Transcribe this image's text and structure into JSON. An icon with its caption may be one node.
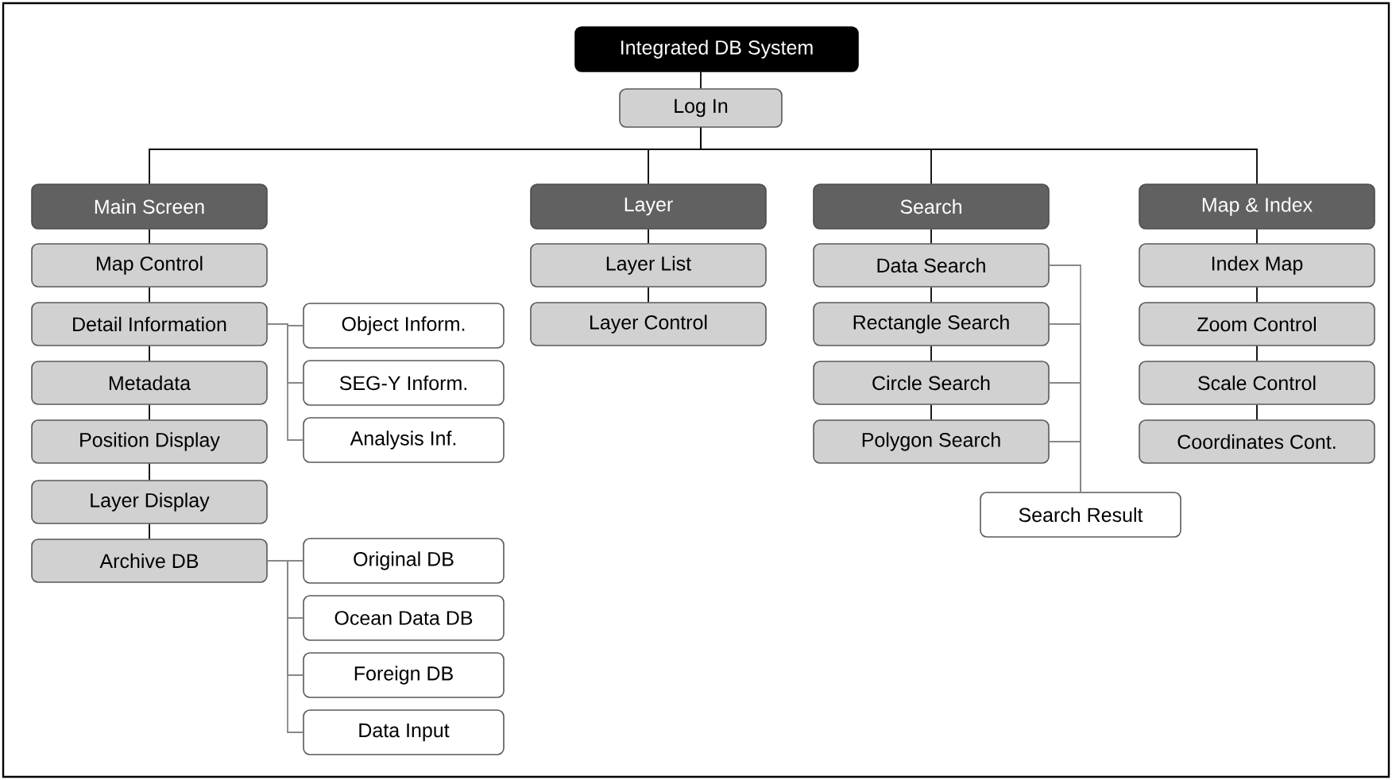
{
  "diagram": {
    "nodes": [
      {
        "text": [
          "Integrated DB System"
        ]
      },
      {
        "text": [
          "Log In"
        ]
      },
      {
        "text": [
          "Main Screen"
        ]
      },
      {
        "text": [
          "Map Control"
        ]
      },
      {
        "text": [
          "Detail Information"
        ]
      },
      {
        "text": [
          "Metadata"
        ]
      },
      {
        "text": [
          "Position Display"
        ]
      },
      {
        "text": [
          "Layer Display"
        ]
      },
      {
        "text": [
          "Archive DB"
        ]
      },
      {
        "text": [
          "Object Inform."
        ]
      },
      {
        "text": [
          "SEG-Y Inform."
        ]
      },
      {
        "text": [
          "Analysis Inf."
        ]
      },
      {
        "text": [
          "Original DB"
        ]
      },
      {
        "text": [
          "Ocean Data DB"
        ]
      },
      {
        "text": [
          "Foreign DB"
        ]
      },
      {
        "text": [
          "Data Input"
        ]
      },
      {
        "text": [
          "Layer"
        ]
      },
      {
        "text": [
          "Layer List"
        ]
      },
      {
        "text": [
          "Layer Control"
        ]
      },
      {
        "text": [
          "Search"
        ]
      },
      {
        "text": [
          "Data Search"
        ]
      },
      {
        "text": [
          "Rectangle Search"
        ]
      },
      {
        "text": [
          "Circle Search"
        ]
      },
      {
        "text": [
          "Polygon Search"
        ]
      },
      {
        "text": [
          "Search Result"
        ]
      },
      {
        "text": [
          "Map & Index"
        ]
      },
      {
        "text": [
          "Index Map"
        ]
      },
      {
        "text": [
          "Zoom Control"
        ]
      },
      {
        "text": [
          "Scale Control"
        ]
      },
      {
        "text": [
          "Coordinates Cont."
        ]
      }
    ],
    "edges": [
      {
        "from": 0,
        "to": 1,
        "arrow": "none"
      },
      {
        "from": 1,
        "to": 2,
        "arrow": "none"
      },
      {
        "from": 1,
        "to": 16,
        "arrow": "none"
      },
      {
        "from": 1,
        "to": 19,
        "arrow": "none"
      },
      {
        "from": 1,
        "to": 25,
        "arrow": "none"
      },
      {
        "from": 2,
        "to": 3,
        "arrow": "none"
      },
      {
        "from": 3,
        "to": 4,
        "arrow": "none"
      },
      {
        "from": 4,
        "to": 5,
        "arrow": "none"
      },
      {
        "from": 5,
        "to": 6,
        "arrow": "none"
      },
      {
        "from": 6,
        "to": 7,
        "arrow": "none"
      },
      {
        "from": 7,
        "to": 8,
        "arrow": "none"
      },
      {
        "from": 4,
        "to": 9,
        "arrow": "none",
        "color": "#888888"
      },
      {
        "from": 4,
        "to": 10,
        "arrow": "none",
        "color": "#888888"
      },
      {
        "from": 4,
        "to": 11,
        "arrow": "none",
        "color": "#888888"
      },
      {
        "from": 8,
        "to": 12,
        "arrow": "none",
        "color": "#888888"
      },
      {
        "from": 8,
        "to": 13,
        "arrow": "none",
        "color": "#888888"
      },
      {
        "from": 8,
        "to": 14,
        "arrow": "none",
        "color": "#888888"
      },
      {
        "from": 8,
        "to": 15,
        "arrow": "none",
        "color": "#888888"
      },
      {
        "from": 16,
        "to": 17,
        "arrow": "none"
      },
      {
        "from": 17,
        "to": 18,
        "arrow": "none"
      },
      {
        "from": 19,
        "to": 20,
        "arrow": "none"
      },
      {
        "from": 20,
        "to": 21,
        "arrow": "none"
      },
      {
        "from": 21,
        "to": 22,
        "arrow": "none"
      },
      {
        "from": 22,
        "to": 23,
        "arrow": "none"
      },
      {
        "from": 20,
        "to": 24,
        "arrow": "none",
        "color": "#888888"
      },
      {
        "from": 21,
        "to": 24,
        "arrow": "none",
        "color": "#888888"
      },
      {
        "from": 22,
        "to": 24,
        "arrow": "none",
        "color": "#888888"
      },
      {
        "from": 23,
        "to": 24,
        "arrow": "none",
        "color": "#888888"
      },
      {
        "from": 25,
        "to": 26,
        "arrow": "none"
      },
      {
        "from": 26,
        "to": 27,
        "arrow": "none"
      },
      {
        "from": 27,
        "to": 28,
        "arrow": "none"
      },
      {
        "from": 28,
        "to": 29,
        "arrow": "none"
      }
    ]
  }
}
